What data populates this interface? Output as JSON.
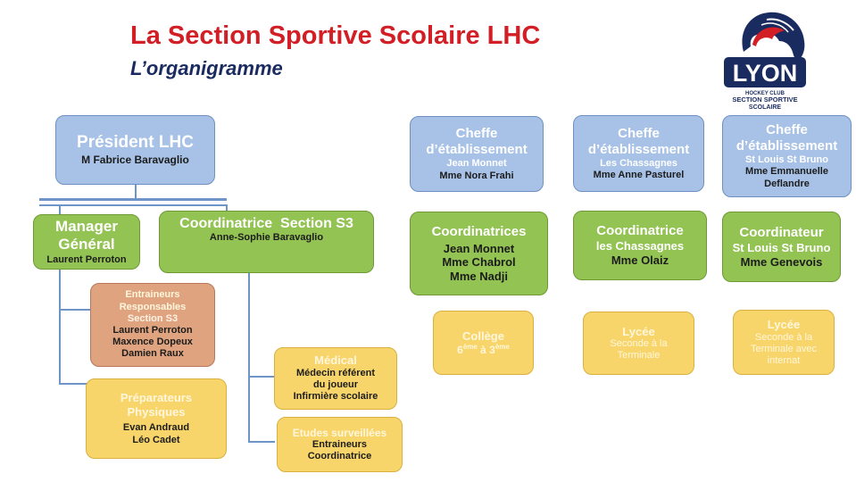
{
  "header": {
    "title": "La Section Sportive Scolaire LHC",
    "subtitle": "L’organigramme"
  },
  "logo": {
    "city": "LYON",
    "line1": "HOCKEY CLUB",
    "line2": "SECTION SPORTIVE",
    "line3": "SCOLAIRE",
    "colors": {
      "red": "#d21f26",
      "navy": "#1a2b5f"
    }
  },
  "president": {
    "title": "Président LHC",
    "name": "M Fabrice Baravaglio"
  },
  "manager": {
    "title_line1": "Manager",
    "title_line2": "Général",
    "name": "Laurent Perroton"
  },
  "coordinatrice_s3": {
    "title": "Coordinatrice  Section S3",
    "name": "Anne-Sophie Baravaglio"
  },
  "entraineurs": {
    "title_line1": "Entraineurs",
    "title_line2": "Responsables",
    "title_line3": "Section S3",
    "names": [
      "Laurent Perroton",
      "Maxence Dopeux",
      "Damien Raux"
    ]
  },
  "preparateurs": {
    "title_line1": "Préparateurs",
    "title_line2": "Physiques",
    "names": [
      "Evan Andraud",
      "Léo Cadet"
    ]
  },
  "medical": {
    "title": "Médical",
    "lines": [
      "Médecin référent",
      "du joueur",
      "Infirmière scolaire"
    ]
  },
  "etudes": {
    "title": "Etudes surveillées",
    "lines": [
      "Entraineurs",
      "Coordinatrice"
    ]
  },
  "schools": [
    {
      "head_title_line1": "Cheffe",
      "head_title_line2": "d’établissement",
      "head_school": "Jean Monnet",
      "head_names": [
        "Mme Nora Frahi"
      ],
      "coord_title": "Coordinatrices",
      "coord_school": "Jean Monnet",
      "coord_names": [
        "Mme Chabrol",
        "Mme Nadji"
      ],
      "level_title": "Collège",
      "level_from": "6",
      "level_from_sup": "ème",
      "level_sep": " à ",
      "level_to": "3",
      "level_to_sup": "ème"
    },
    {
      "head_title_line1": "Cheffe",
      "head_title_line2": "d’établissement",
      "head_school": "Les Chassagnes",
      "head_names": [
        "Mme Anne Pasturel"
      ],
      "coord_title": "Coordinatrice",
      "coord_school": "les Chassagnes",
      "coord_names": [
        "Mme Olaiz"
      ],
      "level_title": "Lycée",
      "level_lines": [
        "Seconde à la",
        "Terminale"
      ]
    },
    {
      "head_title_line1": "Cheffe",
      "head_title_line2": "d’établissement",
      "head_school": "St Louis St Bruno",
      "head_names": [
        "Mme Emmanuelle",
        "Deflandre"
      ],
      "coord_title": "Coordinateur",
      "coord_school": "St Louis St Bruno",
      "coord_names": [
        "Mme Genevois"
      ],
      "level_title": "Lycée",
      "level_lines": [
        "Seconde à la",
        "Terminale avec",
        "internat"
      ]
    }
  ]
}
